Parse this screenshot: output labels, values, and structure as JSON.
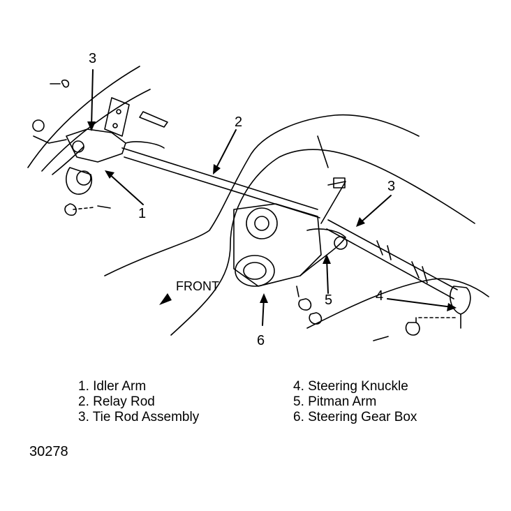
{
  "callouts": {
    "c3_top": "3",
    "c2": "2",
    "c1": "1",
    "c3_right": "3",
    "c4": "4",
    "c5": "5",
    "c6": "6"
  },
  "front_label": "FRONT",
  "legend": {
    "left": [
      "1. Idler Arm",
      "2. Relay Rod",
      "3. Tie Rod Assembly"
    ],
    "right": [
      "4. Steering Knuckle",
      "5. Pitman Arm",
      "6. Steering Gear Box"
    ]
  },
  "figure_id": "30278"
}
